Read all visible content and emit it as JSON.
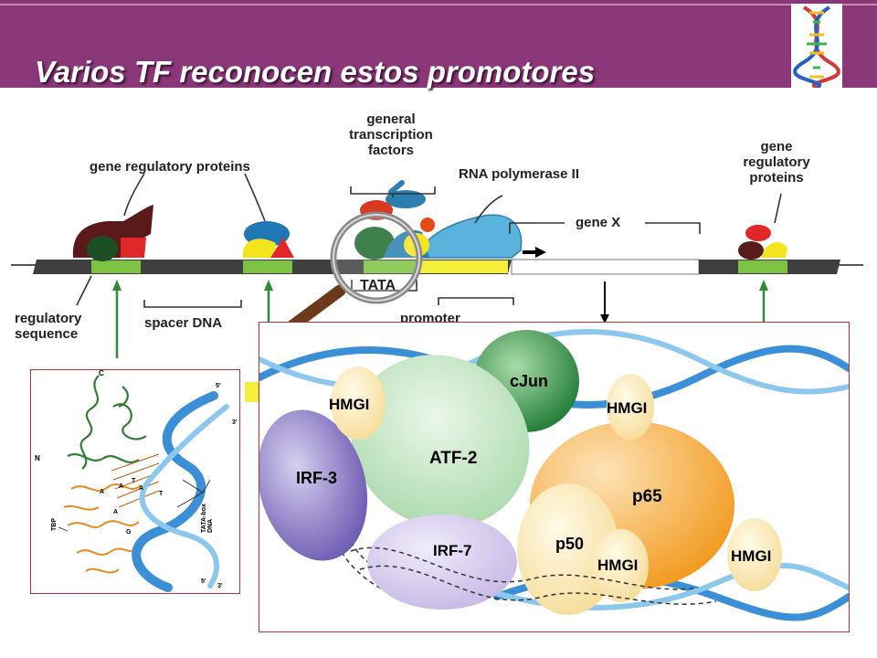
{
  "header": {
    "title": "Varios TF reconocen estos promotores"
  },
  "colors": {
    "header_bg": "#893778",
    "accent_green": "#7dc242",
    "dna_blue": "#3b8fd6",
    "panel_border": "#b33333"
  },
  "diagram": {
    "labels": {
      "gene_regulatory_proteins_left": "gene regulatory proteins",
      "general_tf_line1": "general",
      "general_tf_line2": "transcription",
      "general_tf_line3": "factors",
      "rna_pol": "RNA polymerase II",
      "gene_x": "gene X",
      "gene_reg_right_line1": "gene",
      "gene_reg_right_line2": "regulatory",
      "gene_reg_right_line3": "proteins",
      "regulatory_line1": "regulatory",
      "regulatory_line2": "sequence",
      "spacer_dna": "spacer DNA",
      "tata": "TATA",
      "promoter": "promoter"
    }
  },
  "inset_left": {
    "labels": {
      "c_term": "C",
      "n_term": "N",
      "five_prime_top": "5'",
      "three_prime_top": "3'",
      "five_prime_bottom": "5'",
      "three_prime_bottom": "3'",
      "tbp": "TBP",
      "tata_box_dna": "TATA-box DNA",
      "bases": [
        "A",
        "T",
        "A",
        "T",
        "A",
        "A",
        "G"
      ]
    }
  },
  "inset_right": {
    "proteins": {
      "hmgi_top_left": "HMGI",
      "cjun": "cJun",
      "hmgi_top_right": "HMGI",
      "atf2": "ATF-2",
      "irf3": "IRF-3",
      "p65": "p65",
      "irf7": "IRF-7",
      "p50": "p50",
      "hmgi_bottom_mid": "HMGI",
      "hmgi_bottom_right": "HMGI"
    }
  }
}
